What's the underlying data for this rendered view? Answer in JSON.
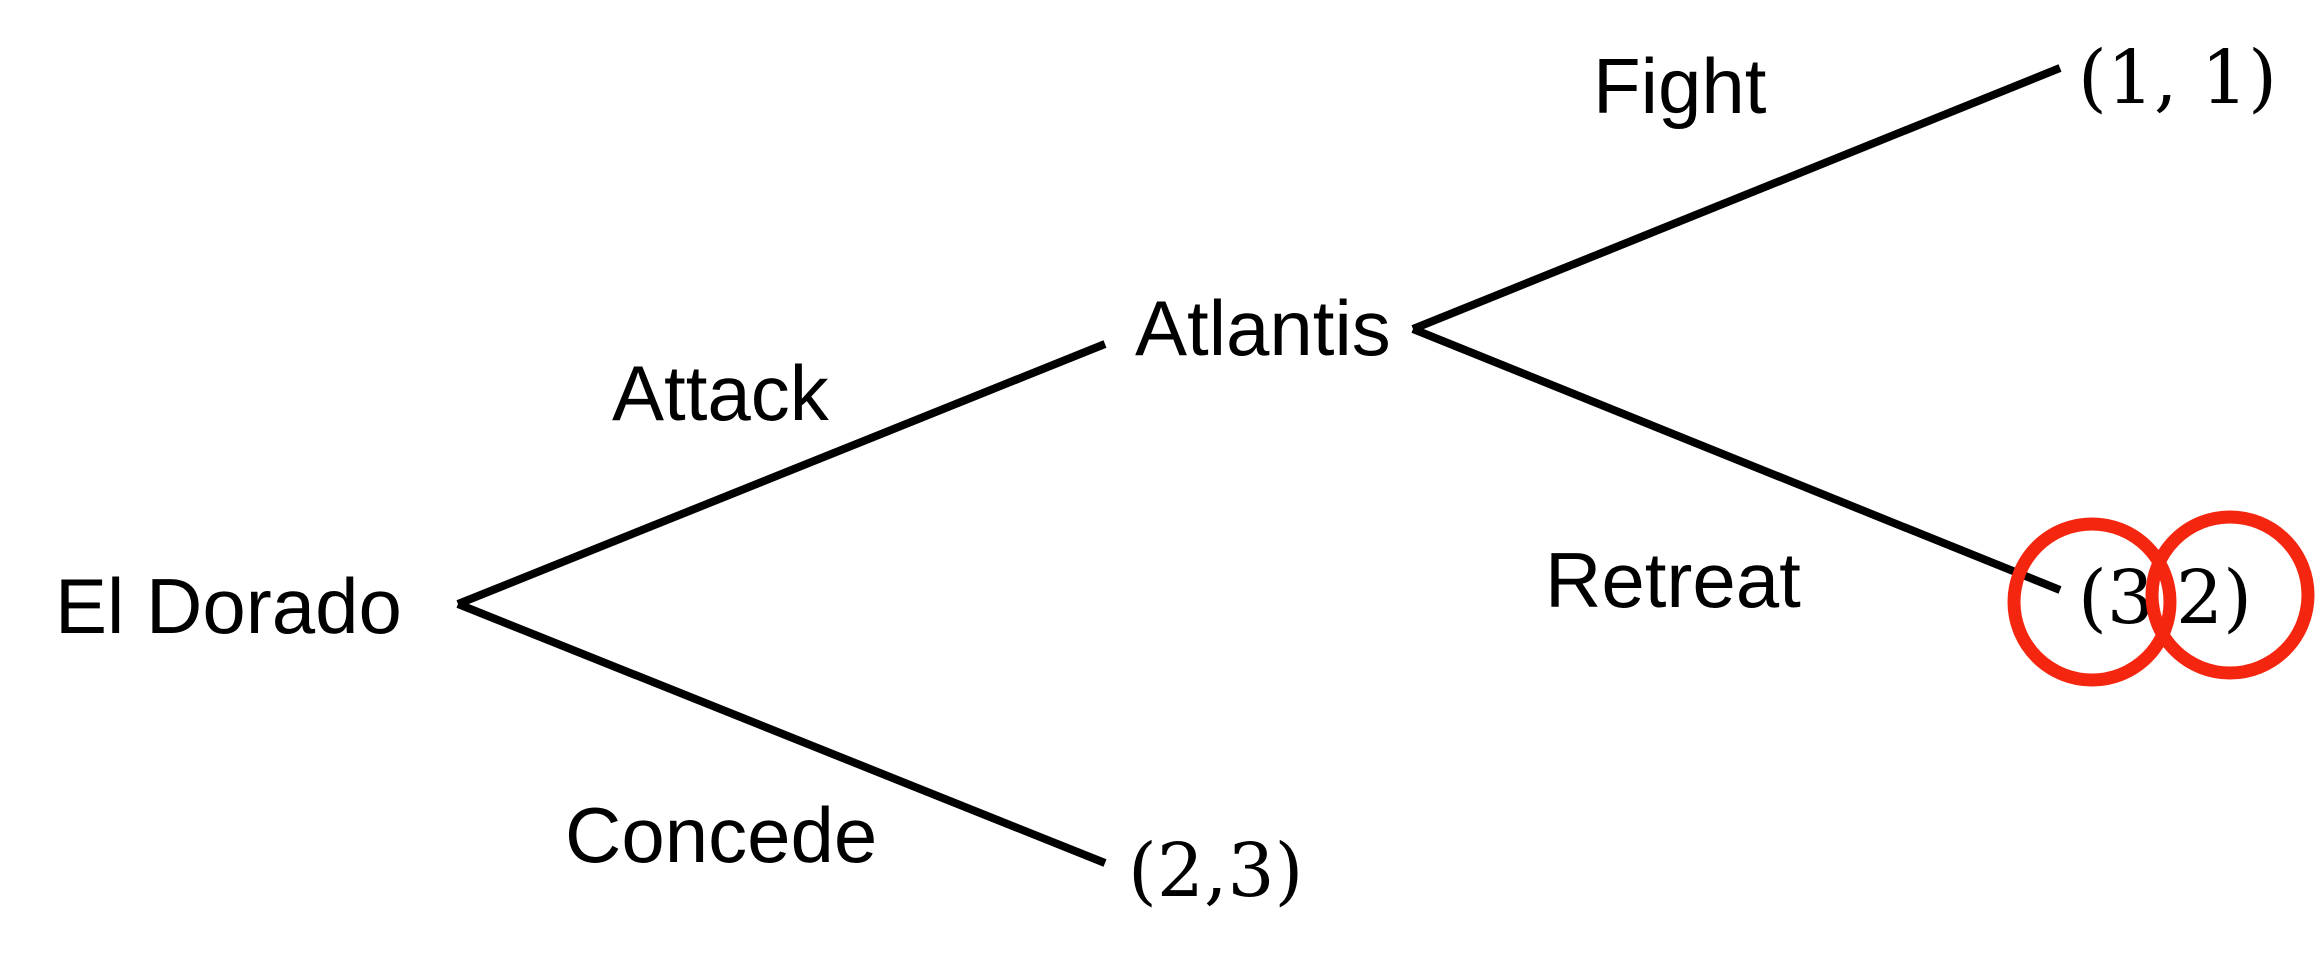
{
  "diagram": {
    "type": "game-tree",
    "nodes": {
      "root": {
        "label": "El Dorado"
      },
      "atlantis": {
        "label": "Atlantis"
      }
    },
    "edges": {
      "attack": {
        "label": "Attack",
        "from": "El Dorado",
        "to": "Atlantis"
      },
      "concede": {
        "label": "Concede",
        "from": "El Dorado",
        "to": "(2,3)"
      },
      "fight": {
        "label": "Fight",
        "from": "Atlantis",
        "to": "(1, 1)"
      },
      "retreat": {
        "label": "Retreat",
        "from": "Atlantis",
        "to": "(3,2)"
      }
    },
    "payoffs": {
      "fight": "(1, 1)",
      "retreat_open": "(3",
      "retreat_close": "2)",
      "concede": "(2,3)"
    },
    "highlight": {
      "color": "#f5260f",
      "note": "equilibrium payoff circled"
    }
  }
}
